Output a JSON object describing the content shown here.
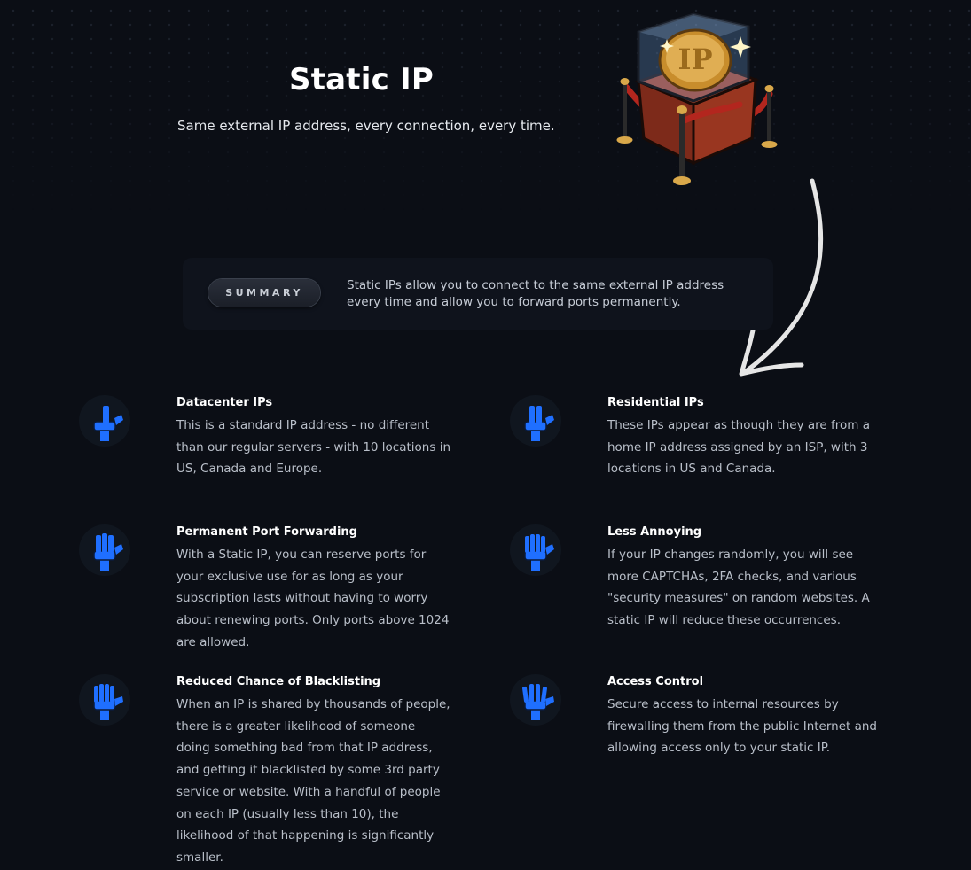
{
  "hero": {
    "title": "Static IP",
    "subtitle": "Same external IP address, every connection, every time.",
    "illustration_label": "IP"
  },
  "summary": {
    "label": "SUMMARY",
    "text": "Static IPs allow you to connect to the same external IP address every time and allow you to forward ports permanently."
  },
  "features": [
    {
      "title": "Datacenter IPs",
      "description": "This is a standard IP address - no different than our regular servers - with 10 locations in US, Canada and Europe.",
      "icon": "robot-hand-one-finger-icon"
    },
    {
      "title": "Residential IPs",
      "description": "These IPs appear as though they are from a home IP address assigned by an ISP, with 3 locations in US and Canada.",
      "icon": "robot-hand-two-fingers-icon"
    },
    {
      "title": "Permanent Port Forwarding",
      "description": "With a Static IP, you can reserve ports for your exclusive use for as long as your subscription lasts without having to worry about renewing ports. Only ports above 1024 are allowed.",
      "icon": "robot-hand-three-fingers-icon"
    },
    {
      "title": "Less Annoying",
      "description": "If your IP changes randomly, you will see more CAPTCHAs, 2FA checks, and various \"security measures\" on random websites. A static IP will reduce these occurrences.",
      "icon": "robot-hand-four-fingers-icon"
    },
    {
      "title": "Reduced Chance of Blacklisting",
      "description": "When an IP is shared by thousands of people, there is a greater likelihood of someone doing something bad from that IP address, and getting it blacklisted by some 3rd party service or website. With a handful of people on each IP (usually less than 10), the likelihood of that happening is significantly smaller.",
      "icon": "robot-hand-open-icon"
    },
    {
      "title": "Access Control",
      "description": "Secure access to internal resources by firewalling them from the public Internet and allowing access only to your static IP.",
      "icon": "robot-hand-open-wide-icon"
    }
  ],
  "colors": {
    "background": "#0b0e15",
    "summary_box": "#0f131c",
    "icon_blue": "#1f6fff",
    "heading": "#ffffff",
    "body_text": "#b9bfc9",
    "gold": "#d9a84a",
    "display_red": "#8a2f1e"
  }
}
